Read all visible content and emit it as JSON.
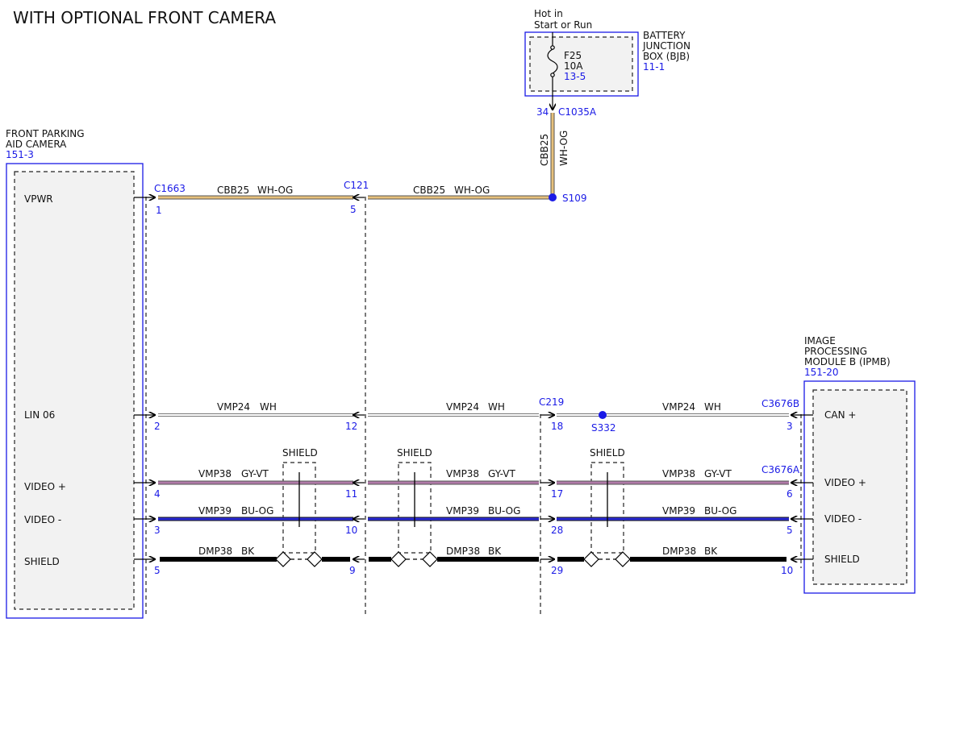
{
  "title": "WITH OPTIONAL FRONT CAMERA",
  "power": {
    "hot_line1": "Hot in",
    "hot_line2": "Start or Run"
  },
  "bjb": {
    "line1": "BATTERY",
    "line2": "JUNCTION",
    "line3": "BOX (BJB)",
    "ref": "11-1",
    "fuse": "F25",
    "amp": "10A",
    "fuse_ref": "13-5"
  },
  "camera": {
    "line1": "FRONT PARKING",
    "line2": "AID CAMERA",
    "ref": "151-3",
    "pins": [
      "VPWR",
      "LIN 06",
      "VIDEO +",
      "VIDEO -",
      "SHIELD"
    ]
  },
  "ipmb": {
    "line1": "IMAGE",
    "line2": "PROCESSING",
    "line3": "MODULE B (IPMB)",
    "ref": "151-20",
    "pins": [
      "CAN +",
      "VIDEO +",
      "VIDEO -",
      "SHIELD"
    ]
  },
  "connectors": {
    "c1663": "C1663",
    "c121": "C121",
    "c219": "C219",
    "c1035a": "C1035A",
    "c3676b": "C3676B",
    "c3676a": "C3676A",
    "s109": "S109",
    "s332": "S332"
  },
  "circuits": {
    "cbb25": "CBB25",
    "wh_og": "WH-OG",
    "vmp24": "VMP24",
    "wh": "WH",
    "vmp38": "VMP38",
    "gy_vt": "GY-VT",
    "vmp39": "VMP39",
    "bu_og": "BU-OG",
    "dmp38": "DMP38",
    "bk": "BK"
  },
  "shield_label": "SHIELD",
  "pins": {
    "p34": "34",
    "c1663": [
      "1",
      "2",
      "4",
      "3",
      "5"
    ],
    "c121": [
      "5",
      "12",
      "11",
      "10",
      "9"
    ],
    "c219": [
      "18",
      "17",
      "28",
      "29"
    ],
    "ipmb": [
      "3",
      "6",
      "5",
      "10"
    ]
  },
  "colors": {
    "blue": "#1a1ae6",
    "wh_og": "#e6c07a",
    "gy_vt": "#b07aa8",
    "bu_og": "#2a2ad6",
    "bk": "#000000"
  }
}
